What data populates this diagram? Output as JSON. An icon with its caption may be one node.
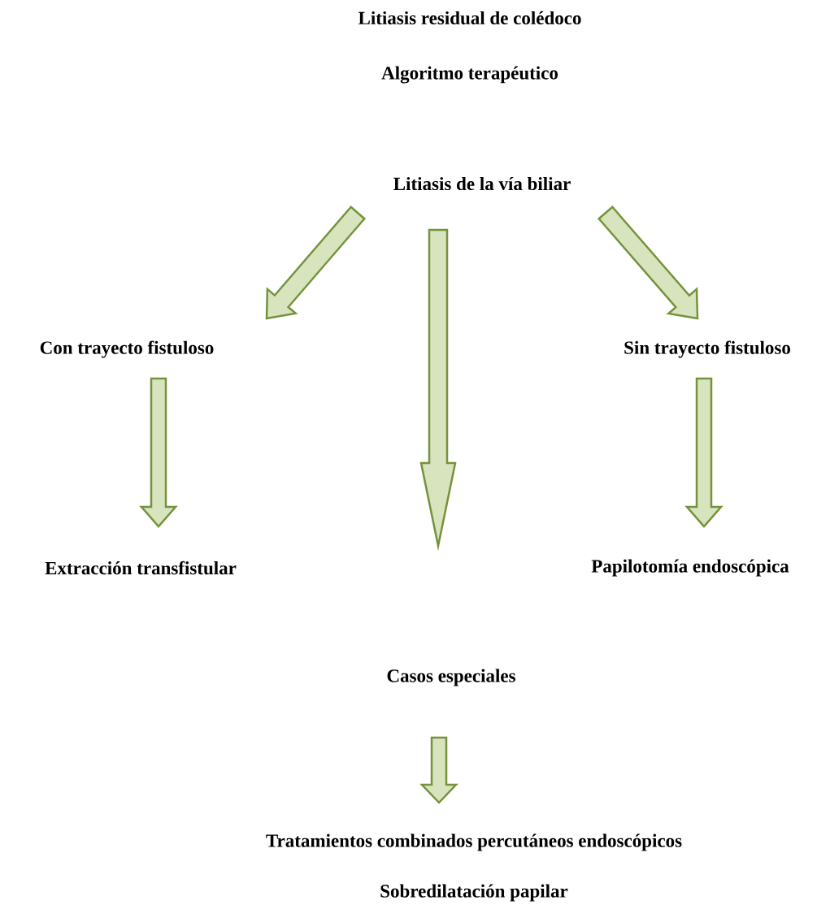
{
  "diagram": {
    "title": "Litiasis residual de colédoco",
    "labels": [
      "Algoritmo terapéutico"
    ],
    "nodes": [
      {
        "text": [
          "Litiasis de la vía biliar"
        ]
      },
      {
        "text": [
          "Con trayecto fistuloso"
        ]
      },
      {
        "text": [
          "Sin trayecto fistuloso"
        ]
      },
      {
        "text": [
          "Extracción  transfistular"
        ]
      },
      {
        "text": [
          "Papilotomía endoscópica"
        ]
      },
      {
        "text": [
          "Casos especiales"
        ]
      },
      {
        "text": [
          "Tratamientos combinados percutáneos endoscópicos",
          "Sobredilatación papilar"
        ]
      }
    ],
    "edges": [
      {
        "from": 0,
        "to": 1,
        "arrow": "to"
      },
      {
        "from": 0,
        "to": 5,
        "arrow": "to"
      },
      {
        "from": 0,
        "to": 2,
        "arrow": "to"
      },
      {
        "from": 1,
        "to": 3,
        "arrow": "to"
      },
      {
        "from": 2,
        "to": 4,
        "arrow": "to"
      },
      {
        "from": 5,
        "to": 6,
        "arrow": "to"
      }
    ]
  }
}
